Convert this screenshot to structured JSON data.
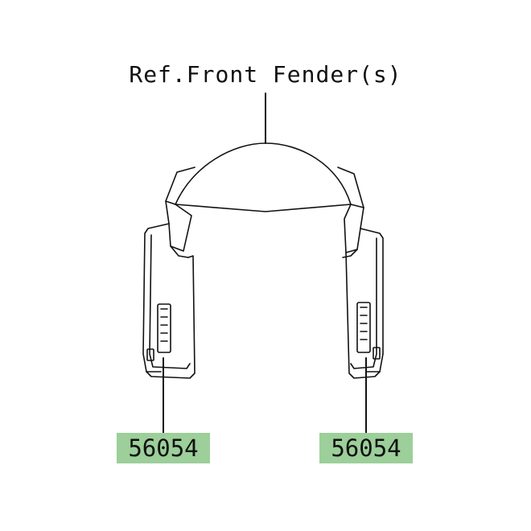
{
  "diagram": {
    "reference_label": "Ref.Front Fender(s)",
    "callouts": [
      {
        "part_number": "56054"
      },
      {
        "part_number": "56054"
      }
    ],
    "colors": {
      "line": "#111111",
      "callout_background": "#9ccf9a",
      "background": "#ffffff"
    }
  }
}
